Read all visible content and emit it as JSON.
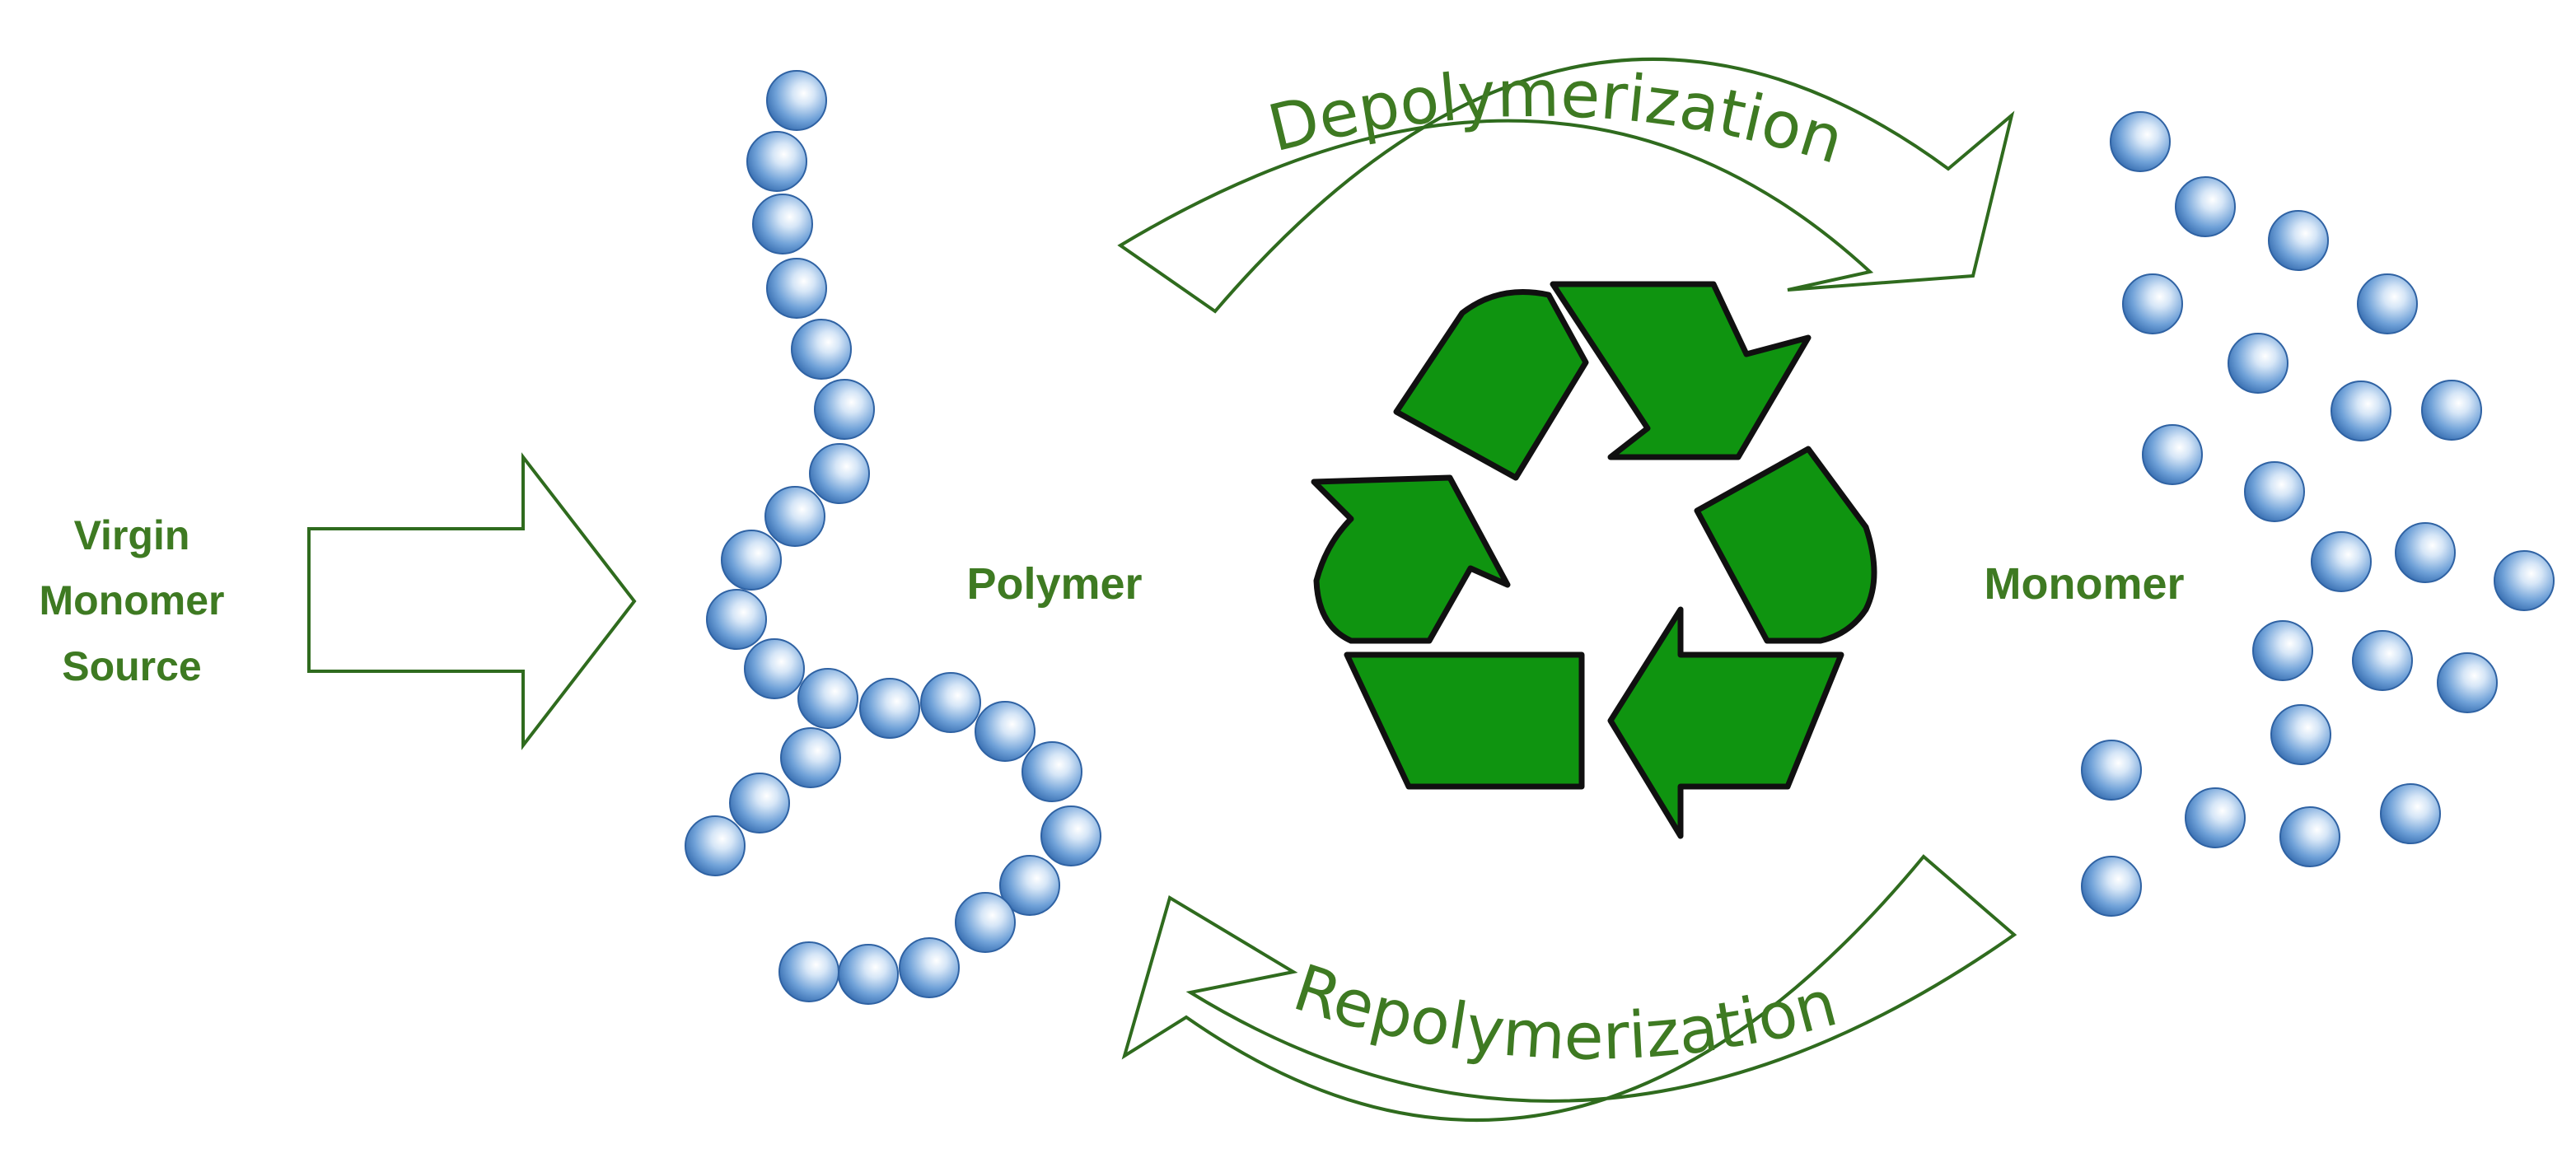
{
  "labels": {
    "virgin_line1": "Virgin",
    "virgin_line2": "Monomer",
    "virgin_line3": "Source",
    "polymer": "Polymer",
    "monomer": "Monomer",
    "depolymerization": "Depolymerization",
    "repolymerization": "Repolymerization"
  },
  "colors": {
    "text_green": "#3e7a22",
    "arrow_outline": "#2f6b1e",
    "recycle_fill": "#0f9410",
    "bead_blue": "#3f7fc7"
  },
  "icons": {
    "center": "recycle-icon",
    "input_arrow": "block-arrow-right-icon"
  }
}
